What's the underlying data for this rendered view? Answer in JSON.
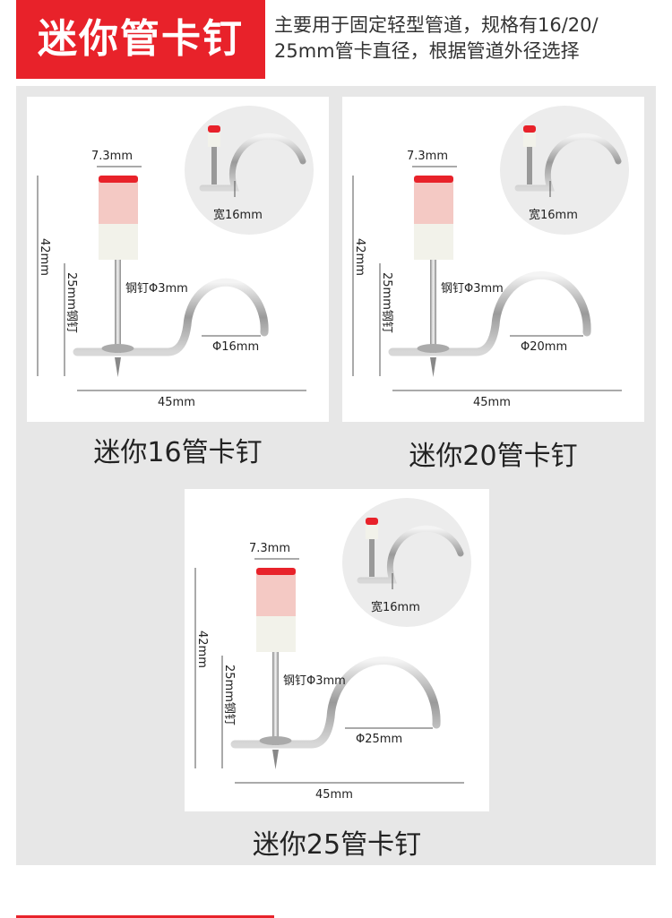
{
  "header": {
    "title": "迷你管卡钉",
    "desc_line1": "主要用于固定轻型管道，规格有16/20/",
    "desc_line2": "25mm管卡直径，根据管道外径选择"
  },
  "products": [
    {
      "caption": "迷你16管卡钉",
      "dims": {
        "head": "7.3mm",
        "total": "42mm",
        "nail_len": "25mm钢钉",
        "nail": "钢钉Φ3mm",
        "diameter": "Φ16mm",
        "length": "45mm",
        "width": "宽16mm"
      }
    },
    {
      "caption": "迷你20管卡钉",
      "dims": {
        "head": "7.3mm",
        "total": "42mm",
        "nail_len": "25mm钢钉",
        "nail": "钢钉Φ3mm",
        "diameter": "Φ20mm",
        "length": "45mm",
        "width": "宽16mm"
      }
    },
    {
      "caption": "迷你25管卡钉",
      "dims": {
        "head": "7.3mm",
        "total": "42mm",
        "nail_len": "25mm钢钉",
        "nail": "钢钉Φ3mm",
        "diameter": "Φ25mm",
        "length": "45mm",
        "width": "宽16mm"
      }
    }
  ],
  "colors": {
    "accent": "#e8222a",
    "background": "#e7e7e7"
  }
}
